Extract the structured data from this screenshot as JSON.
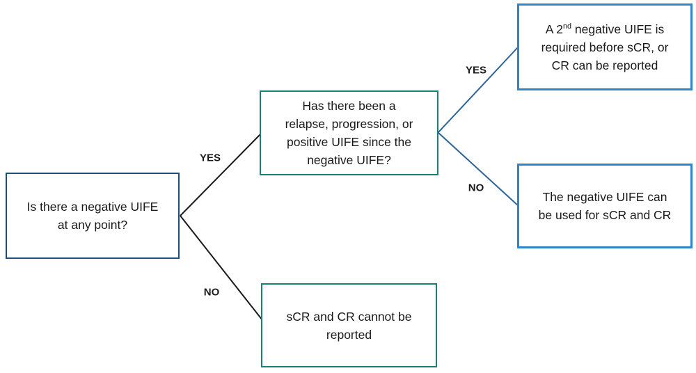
{
  "diagram": {
    "nodes": {
      "q1": {
        "lines": [
          "Is there a negative UIFE",
          "at any point?"
        ]
      },
      "q2": {
        "lines": [
          "Has there been a",
          "relapse, progression, or",
          "positive UIFE since the",
          "negative UIFE?"
        ]
      },
      "r_yes": {
        "line1_prefix": "A 2",
        "line1_sup": "nd",
        "line1_rest": " negative UIFE is",
        "line2": "required before sCR, or",
        "line3": "CR can be reported"
      },
      "r_no": {
        "lines": [
          "The negative UIFE can",
          "be used for sCR and CR"
        ]
      },
      "no1": {
        "lines": [
          "sCR and CR cannot be",
          "reported"
        ]
      }
    },
    "edge_labels": {
      "yes1": "YES",
      "no1": "NO",
      "yes2": "YES",
      "no2": "NO"
    },
    "colors": {
      "box_navy_border": "#1f4e79",
      "box_teal_border": "#17827a",
      "box_blue_border": "#2e86c8",
      "edge_black": "#1a1a1a",
      "edge_blue": "#2b6399",
      "text": "#1a1a1a",
      "background": "#ffffff"
    }
  }
}
